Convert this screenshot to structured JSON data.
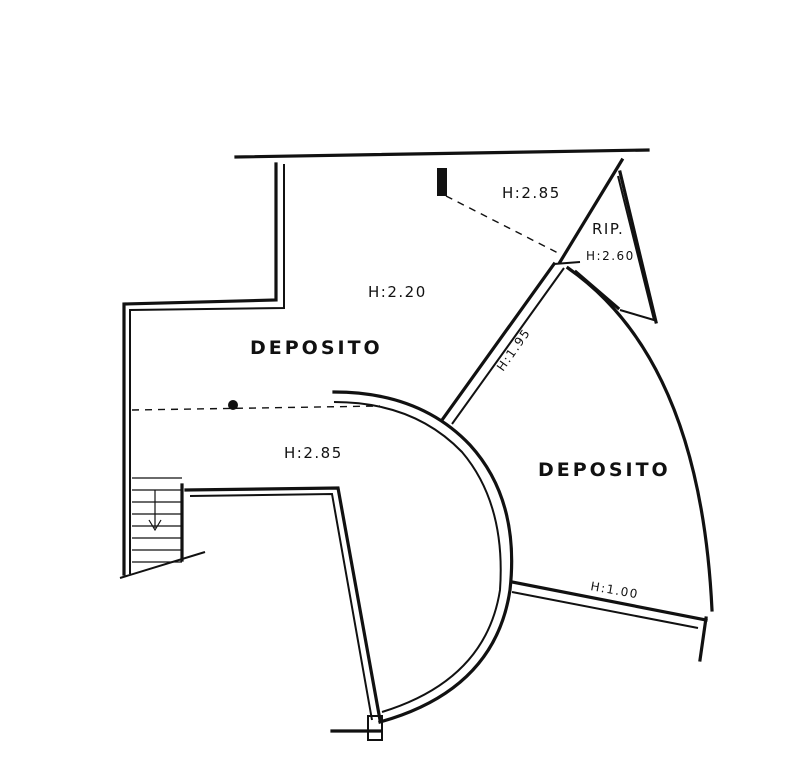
{
  "plan": {
    "rooms": [
      {
        "name": "DEPOSITO",
        "height": "H:2.20"
      },
      {
        "name": "DEPOSITO"
      }
    ],
    "heights": {
      "top_triangle": "H:2.85",
      "closet": "H:2.60",
      "corridor": "H:2.85",
      "wall_diag": "H:1.95",
      "wall_right": "H:1.00"
    },
    "closet_label": "RIP."
  }
}
